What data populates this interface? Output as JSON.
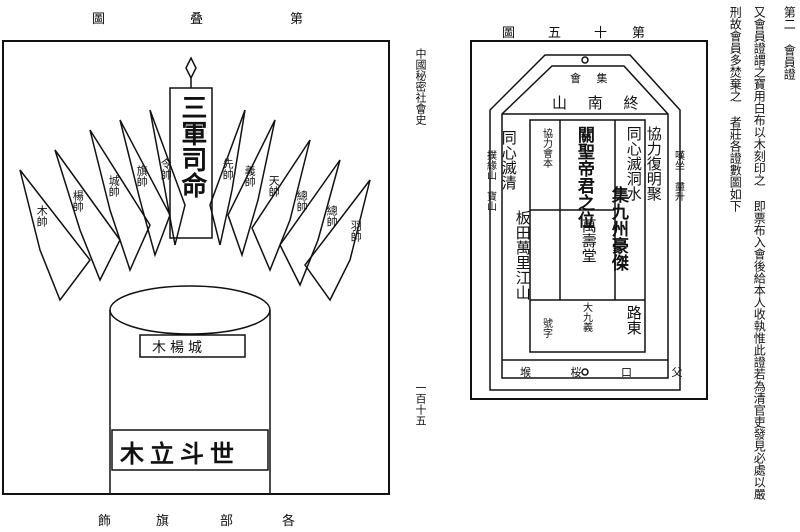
{
  "left_page": {
    "header": {
      "left": "圖",
      "middle": "叠",
      "right": "第"
    },
    "footer": {
      "left": "飾",
      "middle": "部",
      "right": "各",
      "mid2": "旗"
    },
    "pole": "三軍司命",
    "banner_mid": "木楊城",
    "banner_bottom": "木立斗世",
    "flags_left": [
      "木帥",
      "楊帥",
      "城帥",
      "旗帥",
      "令帥"
    ],
    "flags_right": [
      "先帥",
      "義帥",
      "天帥",
      "總帥",
      "總帥",
      "羽帥"
    ]
  },
  "spine": {
    "title": "中國秘密社會史",
    "page_number": "一百十五"
  },
  "right_page": {
    "header": {
      "left": "圖",
      "mid1": "五",
      "mid2": "十",
      "right": "第"
    },
    "token_top": {
      "line1": "會 集",
      "line2": "山 南 終"
    },
    "columns": [
      {
        "id": "c1",
        "text": "同心滅洞水"
      },
      {
        "id": "c2",
        "text": "協力復明聚"
      },
      {
        "id": "c3",
        "text": "集九州豪傑"
      },
      {
        "id": "c4",
        "text": "關聖帝君之位"
      },
      {
        "id": "c5",
        "text": "同心滅清"
      },
      {
        "id": "c6",
        "text": "萬壽堂"
      },
      {
        "id": "c7",
        "text": "板田萬里江山"
      },
      {
        "id": "c8",
        "text": "協力會本"
      },
      {
        "id": "c9",
        "text": "路東"
      },
      {
        "id": "c10",
        "text": "大九義"
      },
      {
        "id": "c11",
        "text": "號字"
      }
    ],
    "side_left": "撲緣山 寶山",
    "side_right": "嘆坐 盡升",
    "bottom_row": "堠 桜 口 父"
  },
  "right_text": {
    "heading": "第二 會員證",
    "body": [
      "又會員證謂之寶用白布以木刻印之 即票布入會後給本人收執惟此證若為清官吏發見必處以嚴",
      "刑故會員多焚棄之 者莊各證數圖如下"
    ]
  }
}
